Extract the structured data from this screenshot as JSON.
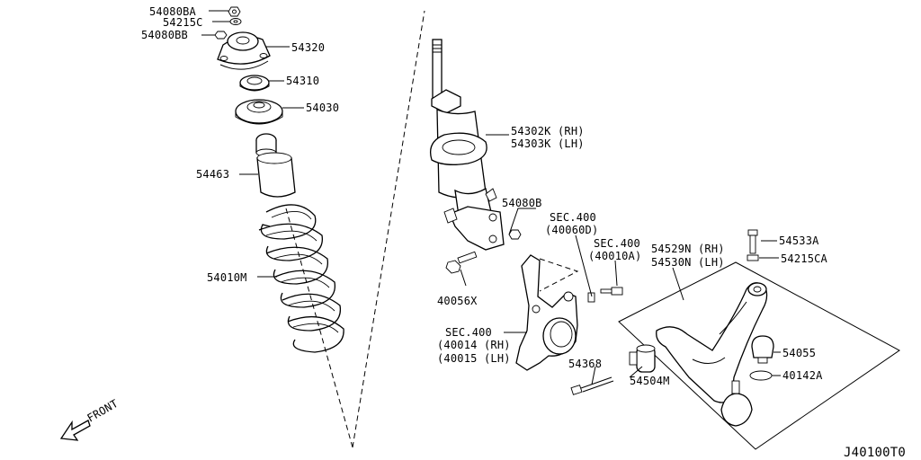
{
  "diagram_code": "J40100T0",
  "front_label": "FRONT",
  "callouts": [
    {
      "id": "c1",
      "text": "54080BA"
    },
    {
      "id": "c2",
      "text": "54215C"
    },
    {
      "id": "c3",
      "text": "54080BB"
    },
    {
      "id": "c4",
      "text": "54320"
    },
    {
      "id": "c5",
      "text": "54310"
    },
    {
      "id": "c6",
      "text": "54030"
    },
    {
      "id": "c7",
      "text": "54463"
    },
    {
      "id": "c8",
      "text": "54010M"
    },
    {
      "id": "c9",
      "text": "54302K (RH)"
    },
    {
      "id": "c10",
      "text": "54303K (LH)"
    },
    {
      "id": "c11",
      "text": "54080B"
    },
    {
      "id": "c12",
      "text": "SEC.400"
    },
    {
      "id": "c13",
      "text": "(40060D)"
    },
    {
      "id": "c14",
      "text": "SEC.400"
    },
    {
      "id": "c15",
      "text": "(40010A)"
    },
    {
      "id": "c16",
      "text": "54529N (RH)"
    },
    {
      "id": "c17",
      "text": "54530N (LH)"
    },
    {
      "id": "c18",
      "text": "54533A"
    },
    {
      "id": "c19",
      "text": "54215CA"
    },
    {
      "id": "c20",
      "text": "40056X"
    },
    {
      "id": "c21",
      "text": "SEC.400"
    },
    {
      "id": "c22",
      "text": "(40014 (RH)"
    },
    {
      "id": "c23",
      "text": "(40015 (LH)"
    },
    {
      "id": "c24",
      "text": "54055"
    },
    {
      "id": "c25",
      "text": "40142A"
    },
    {
      "id": "c26",
      "text": "54368"
    },
    {
      "id": "c27",
      "text": "54504M"
    }
  ]
}
